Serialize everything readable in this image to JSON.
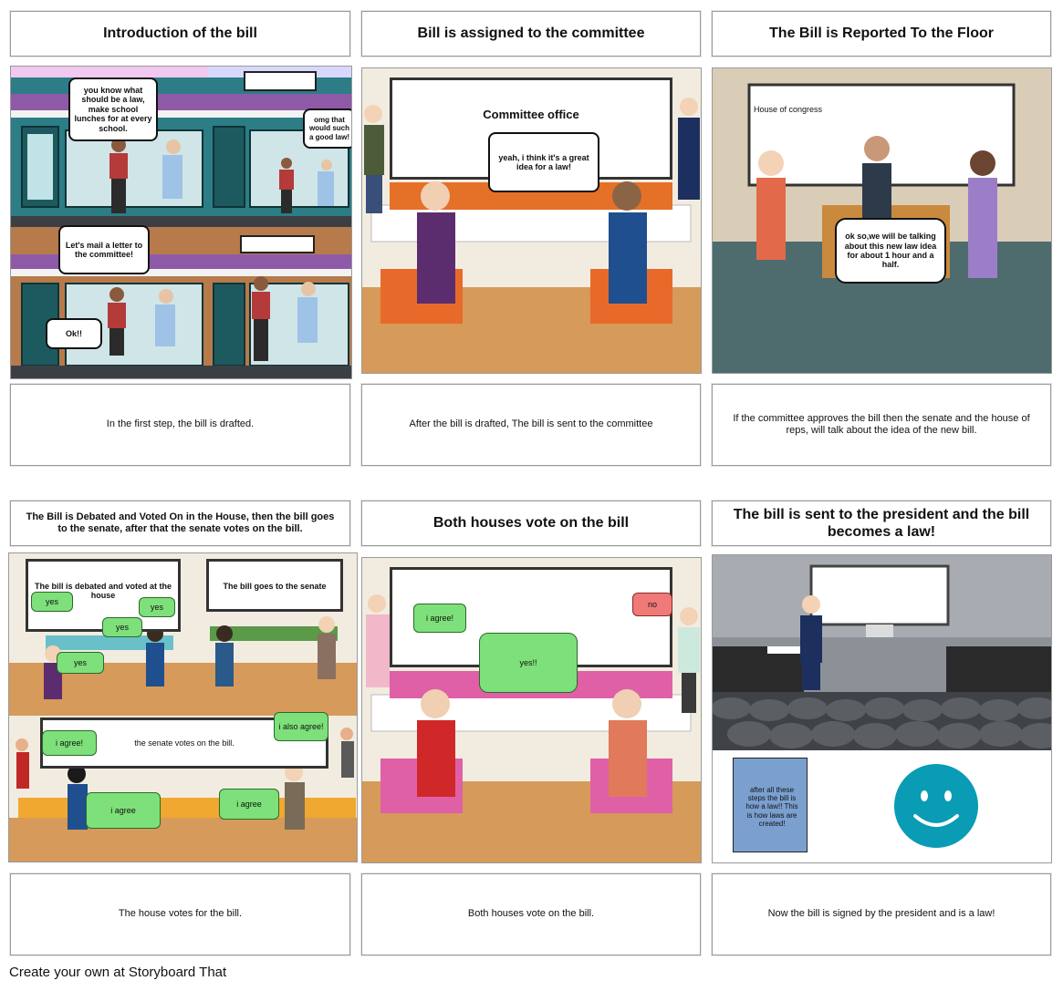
{
  "panels": [
    {
      "title": "Introduction of the bill",
      "description": "In the first step, the bill is drafted."
    },
    {
      "title": "Bill is assigned to the committee",
      "description": "After the bill is drafted, The bill is sent to the committee"
    },
    {
      "title": "The Bill is Reported To the Floor",
      "description": "If the committee approves the bill then the senate and the house of reps, will talk about the idea of the new bill."
    },
    {
      "title": "The Bill is Debated and Voted On in the House, then the bill goes to the senate, after that the senate votes on the bill.",
      "description": "The house votes for the bill."
    },
    {
      "title": "Both houses vote on the bill",
      "description": "Both houses vote on the bill."
    },
    {
      "title": "The bill is sent to the president and the bill becomes a law!",
      "description": "Now the bill is signed by the president and is a law!"
    }
  ],
  "scene1": {
    "bubble_a": "you know what should be a law, make school lunches for at every school.",
    "bubble_b": "omg that would such a good law!",
    "bubble_c": "Let's mail a letter to the committee!",
    "bubble_d": "Ok!!"
  },
  "scene2": {
    "board": "Committee office",
    "bubble": "yeah, i think it's a great idea for a law!"
  },
  "scene3": {
    "board": "House of congress",
    "bubble": "ok so,we will be talking about this new law idea for about 1 hour and a half."
  },
  "scene4": {
    "board_a": "The bill is debated and voted at the house",
    "yes_1": "yes",
    "yes_2": "yes",
    "yes_3": "yes",
    "yes_4": "yes",
    "board_b": "The bill goes to the senate",
    "board_c": "the senate votes on the bill.",
    "agree_1": "i agree!",
    "agree_2": "i also agree!",
    "agree_3": "i agree",
    "agree_4": "i agree"
  },
  "scene5": {
    "agree": "i agree!",
    "yes": "yes!!",
    "no": "no"
  },
  "scene6": {
    "note": "after all these steps the bill is how a law!! This is how laws are created!"
  },
  "footer": "Create your own at Storyboard That",
  "colors": {
    "green_bubble": "#7ee07a",
    "red_bubble": "#f07a78",
    "smiley": "#0a9bb5"
  }
}
